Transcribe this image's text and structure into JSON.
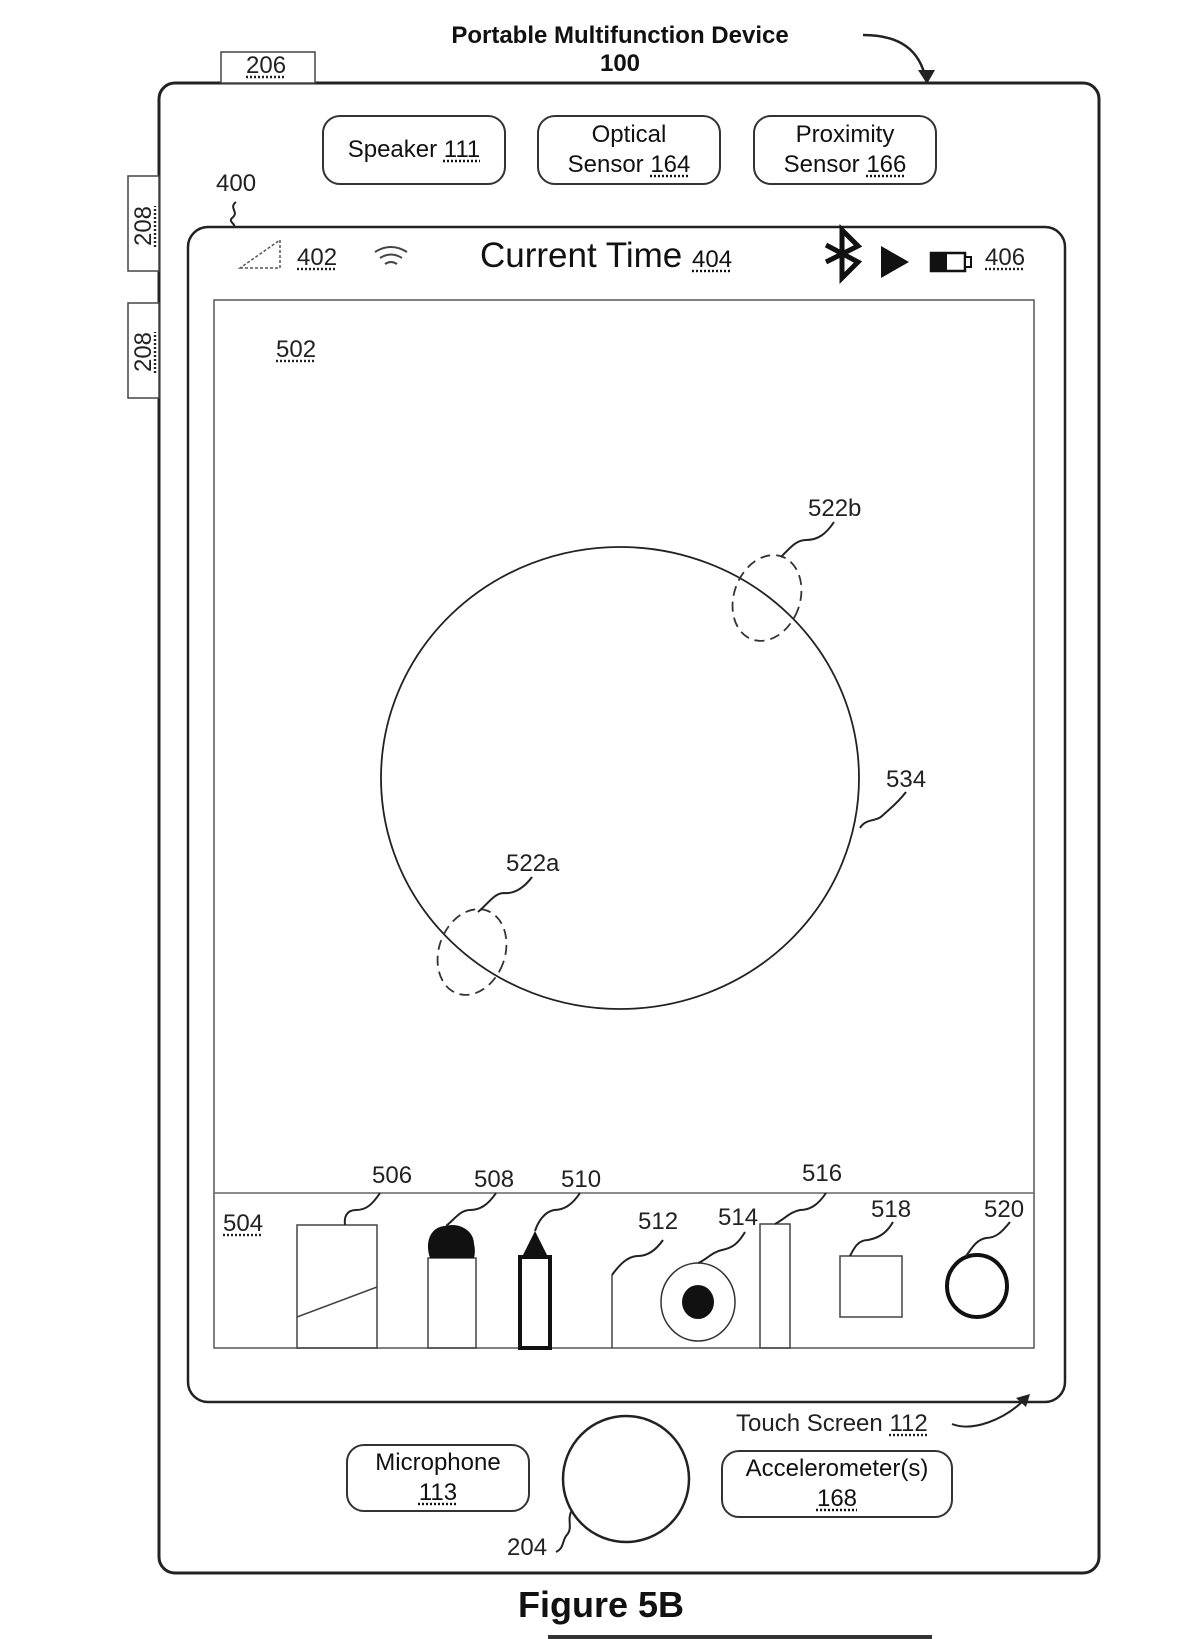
{
  "header": {
    "title_line1": "Portable Multifunction Device",
    "title_line2": "100"
  },
  "device": {
    "button_top": "206",
    "side_buttons": [
      "208",
      "208"
    ],
    "screen_ref": "400",
    "sensors": [
      {
        "line1": "Speaker",
        "num": "111"
      },
      {
        "line1": "Optical",
        "line2": "Sensor",
        "num": "164"
      },
      {
        "line1": "Proximity",
        "line2": "Sensor",
        "num": "166"
      }
    ]
  },
  "status_bar": {
    "signal_ref": "402",
    "time_label": "Current Time",
    "time_ref": "404",
    "battery_ref": "406",
    "icons": [
      "signal-icon",
      "wifi-icon",
      "bluetooth-icon",
      "play-icon",
      "battery-icon"
    ]
  },
  "canvas": {
    "ref": "502",
    "circle_ref": "534",
    "touch_a_ref": "522a",
    "touch_b_ref": "522b"
  },
  "toolbar": {
    "ref": "504",
    "tools": [
      {
        "ref": "506",
        "name": "eraser-tool"
      },
      {
        "ref": "508",
        "name": "brush-tool"
      },
      {
        "ref": "510",
        "name": "pencil-tool"
      },
      {
        "ref": "512",
        "name": "ruler-tool"
      },
      {
        "ref": "514",
        "name": "color-picker-tool"
      },
      {
        "ref": "516",
        "name": "width-slider-tool"
      },
      {
        "ref": "518",
        "name": "square-shape-tool"
      },
      {
        "ref": "520",
        "name": "circle-shape-tool"
      }
    ]
  },
  "bottom": {
    "touch_screen_label": "Touch Screen",
    "touch_screen_num": "112",
    "microphone_label": "Microphone",
    "microphone_num": "113",
    "home_button_ref": "204",
    "accelerometer_label": "Accelerometer(s)",
    "accelerometer_num": "168"
  },
  "caption": "Figure 5B"
}
